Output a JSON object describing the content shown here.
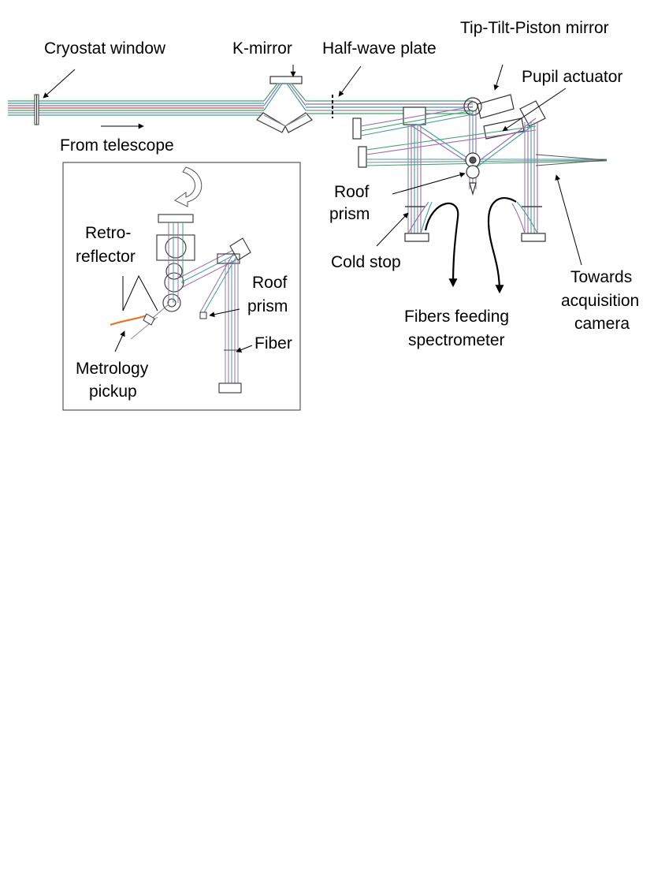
{
  "labels": {
    "cryostat_window": "Cryostat window",
    "k_mirror": "K-mirror",
    "half_wave_plate": "Half-wave plate",
    "tip_tilt_piston_mirror": "Tip-Tilt-Piston mirror",
    "pupil_actuator": "Pupil actuator",
    "from_telescope": "From telescope",
    "roof_prism_main_1": "Roof",
    "roof_prism_main_2": "prism",
    "cold_stop": "Cold stop",
    "towards_1": "Towards",
    "towards_2": "acquisition",
    "towards_3": "camera",
    "fibers_1": "Fibers feeding",
    "fibers_2": "spectrometer"
  },
  "inset": {
    "retro_1": "Retro-",
    "retro_2": "reflector",
    "roof_prism_1": "Roof",
    "roof_prism_2": "prism",
    "fiber": "Fiber",
    "metrology_1": "Metrology",
    "metrology_2": "pickup"
  },
  "colors": {
    "beam_green": "#3aa860",
    "beam_teal": "#3aa0a8",
    "beam_purple": "#9a6ab8",
    "beam_red": "#c05050",
    "beam_gray": "#8a8aa0",
    "metrology_fiber": "#f07020",
    "outline": "#333333"
  }
}
